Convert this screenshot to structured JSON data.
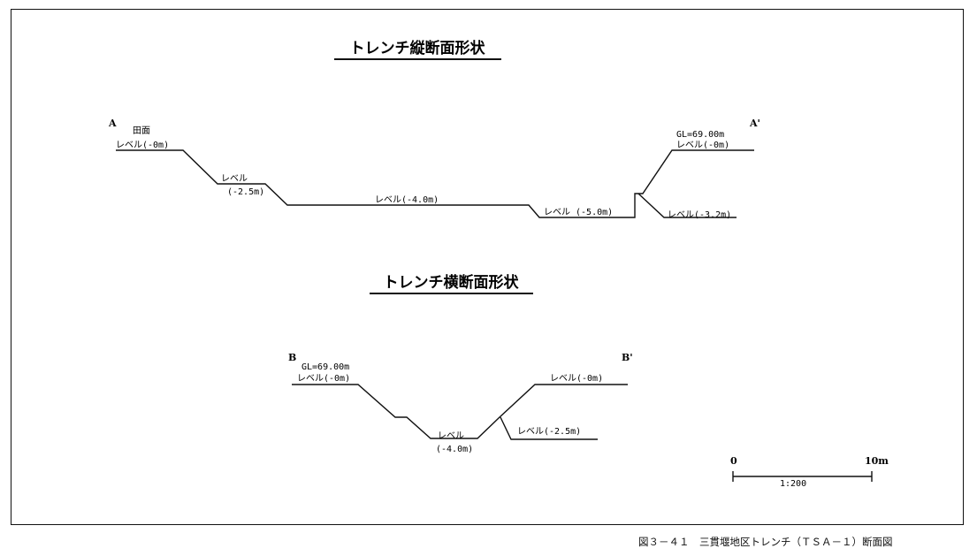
{
  "longitudinal": {
    "title": "トレンチ縦断面形状",
    "point_a": "A",
    "point_a_prime": "A'",
    "rice_field": "田面",
    "level_0_left": "レベル(-0m)",
    "level_25_line1": "レベル",
    "level_25_line2": "(-2.5m)",
    "level_40": "レベル(-4.0m)",
    "level_50": "レベル (-5.0m)",
    "level_32": "レベル(-3.2m)",
    "gl": "GL=69.00m",
    "level_0_right": "レベル(-0m)"
  },
  "cross": {
    "title": "トレンチ横断面形状",
    "point_b": "B",
    "point_b_prime": "B'",
    "gl": "GL=69.00m",
    "level_0_left": "レベル(-0m)",
    "level_0_right": "レベル(-0m)",
    "level_40_line1": "レベル",
    "level_40_line2": "(-4.0m)",
    "level_25": "レベル(-2.5m)"
  },
  "scale": {
    "start": "0",
    "end": "10m",
    "ratio": "1:200"
  },
  "caption": "図３－４１　三貫堰地区トレンチ（ＴＳＡ－１）断面図"
}
